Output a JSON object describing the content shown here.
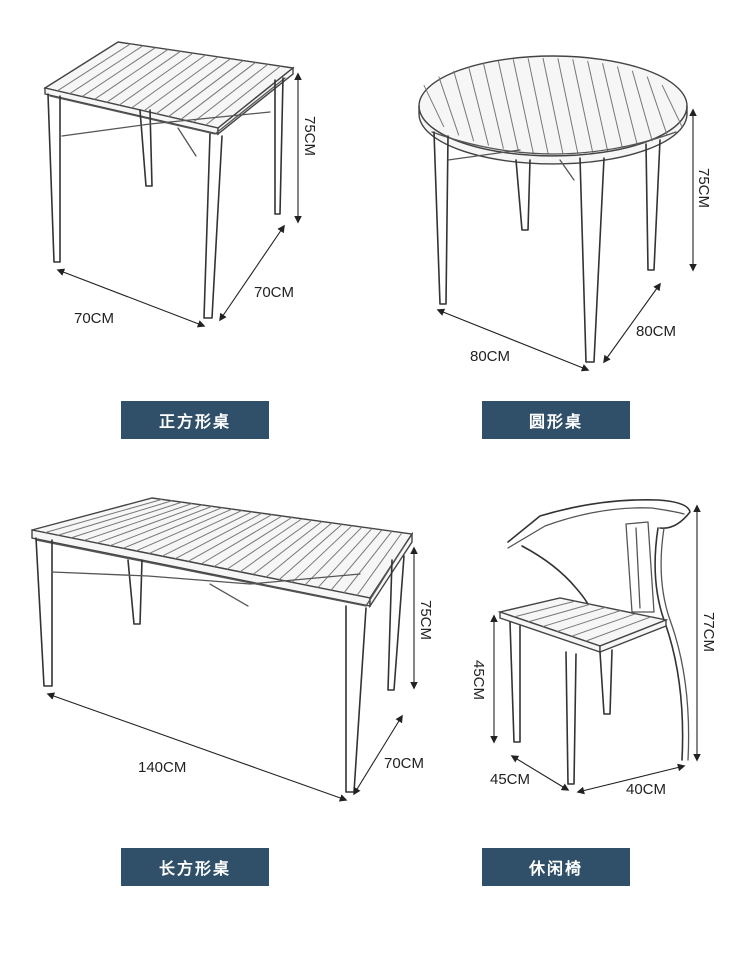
{
  "items": [
    {
      "name": "正方形桌",
      "dims": {
        "height": "75CM",
        "depth": "70CM",
        "width": "70CM"
      }
    },
    {
      "name": "圆形桌",
      "dims": {
        "height": "75CM",
        "depth": "80CM",
        "width": "80CM"
      }
    },
    {
      "name": "长方形桌",
      "dims": {
        "height": "75CM",
        "depth": "70CM",
        "width": "140CM"
      }
    },
    {
      "name": "休闲椅",
      "dims": {
        "seat_height": "45CM",
        "height": "77CM",
        "depth": "45CM",
        "width": "40CM"
      }
    }
  ],
  "colors": {
    "label_bg": "#30506a",
    "label_text": "#ffffff",
    "line": "#333333"
  }
}
